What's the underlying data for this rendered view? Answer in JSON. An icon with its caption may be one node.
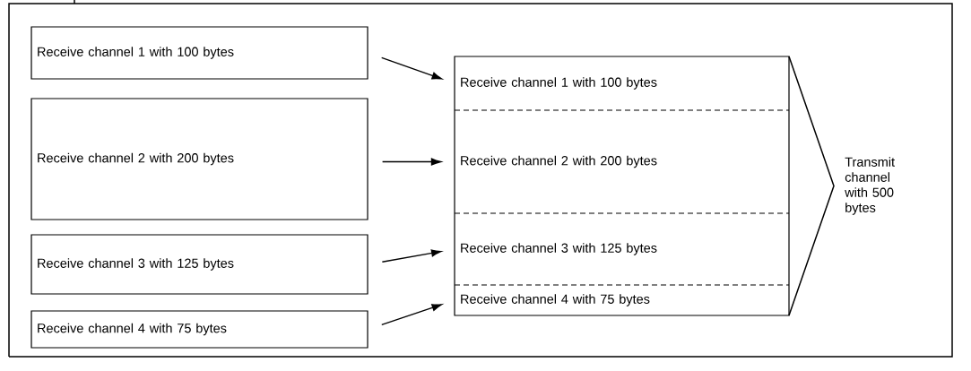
{
  "diagram": {
    "nodes": [
      {
        "text": [
          "Receive channel 1 with 100 bytes"
        ]
      },
      {
        "text": [
          "Receive channel 2 with 200 bytes"
        ]
      },
      {
        "text": [
          "Receive channel 3 with 125 bytes"
        ]
      },
      {
        "text": [
          "Receive channel 4 with 75 bytes"
        ]
      },
      {
        "text": [],
        "shape": "box"
      },
      {
        "text": [
          "Receive channel 1 with 100 bytes"
        ],
        "in": 4
      },
      {
        "text": [
          "Receive channel 2 with 200 bytes"
        ],
        "in": 4
      },
      {
        "text": [
          "Receive channel 3 with 125 bytes"
        ],
        "in": 4
      },
      {
        "text": [
          "Receive channel 4 with 75 bytes"
        ],
        "in": 4
      }
    ],
    "edges": [
      {
        "from": 0,
        "to": 5,
        "arrow": "to"
      },
      {
        "from": 1,
        "to": 6,
        "arrow": "to"
      },
      {
        "from": 2,
        "to": 7,
        "arrow": "to"
      },
      {
        "from": 3,
        "to": 8,
        "arrow": "to"
      }
    ],
    "labels": [
      "Transmit channel with 500 bytes"
    ]
  }
}
